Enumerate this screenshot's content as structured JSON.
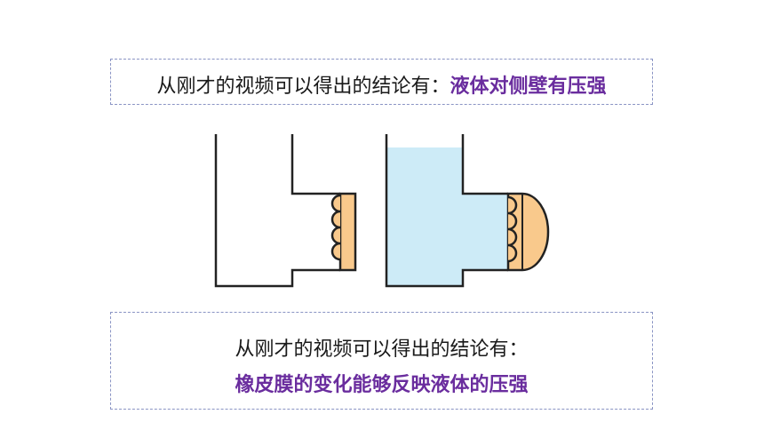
{
  "top_box": {
    "prefix": "从刚才的视频可以得出的结论有：",
    "highlight": "液体对侧壁有压强"
  },
  "bottom_box": {
    "line1": "从刚才的视频可以得出的结论有：",
    "line2": "橡皮膜的变化能够反映液体的压强"
  },
  "colors": {
    "frame": "#8a94c4",
    "highlight": "#6a2d9e",
    "water": "#cdebf7",
    "membrane": "#f9c98c",
    "outline": "#222222"
  },
  "icons": {
    "left_container": "empty-container-with-flat-membrane",
    "right_container": "water-filled-container-with-bulging-membrane"
  }
}
